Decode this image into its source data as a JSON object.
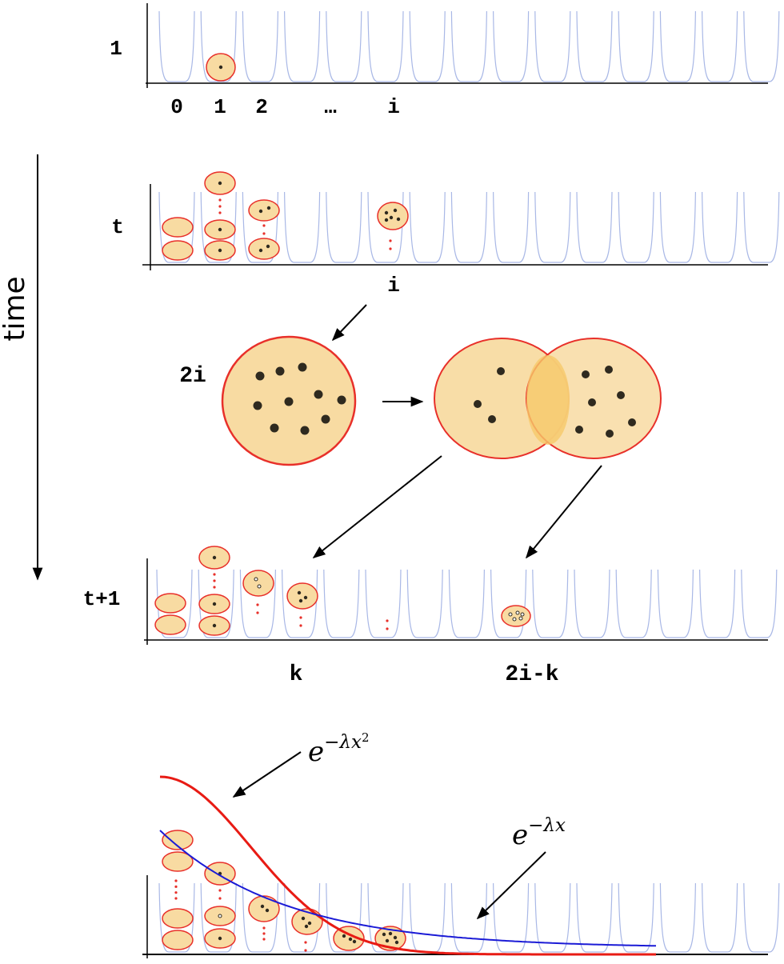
{
  "rows": {
    "row1": {
      "label": "1",
      "slots": [
        "0",
        "1",
        "2",
        "…",
        "i"
      ]
    },
    "rowT": {
      "label": "t",
      "slot_label": "i"
    },
    "rowT1": {
      "label": "t+1",
      "k_label": "k",
      "mirror_label": "2i-k"
    }
  },
  "axis": {
    "label": "time"
  },
  "division": {
    "parent_label": "2i"
  },
  "decay": {
    "gaussian_base": "e",
    "gaussian_exponent": "−λx",
    "gaussian_power": "2",
    "exponential_base": "e",
    "exponential_exponent": "−λx"
  },
  "colors": {
    "well": "#a9b8e6",
    "cell_fill": "#f8dba2",
    "cell_stroke": "#e8302a",
    "cell_overlap": "#f6c96a",
    "dot": "#2f2a1f",
    "dots_red": "#e8302a",
    "gaussian_curve": "#e81b14",
    "exponential_curve": "#1b1bd6"
  }
}
